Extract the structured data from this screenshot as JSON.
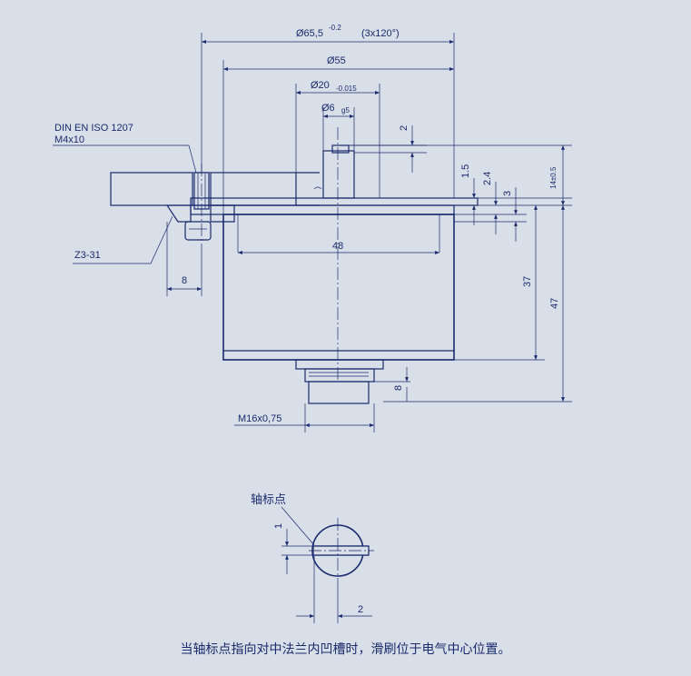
{
  "dimensions": {
    "flange_diameter": "Ø65,5",
    "flange_tol": "-0.2",
    "flange_note": "(3x120°)",
    "body_diameter": "Ø55",
    "hub_diameter": "Ø20",
    "hub_tol": "-0.015",
    "shaft_diameter": "Ø6",
    "shaft_tol": "g5",
    "slot_depth": "2",
    "d_1_5": "1.5",
    "d_2_4": "2.4",
    "d_3": "3",
    "d_14": "14±0.5",
    "d_48": "48",
    "d_37": "37",
    "d_47": "47",
    "d_8_left": "8",
    "d_8_bottom": "8",
    "thread": "M16x0,75"
  },
  "labels": {
    "screw_std": "DIN EN ISO 1207",
    "screw_size": "M4x10",
    "clamp": "Z3-31",
    "axis_mark": "轴标点",
    "detail_1": "1",
    "detail_2": "2"
  },
  "caption": "当轴标点指向对中法兰内凹槽时，滑刷位于电气中心位置。"
}
